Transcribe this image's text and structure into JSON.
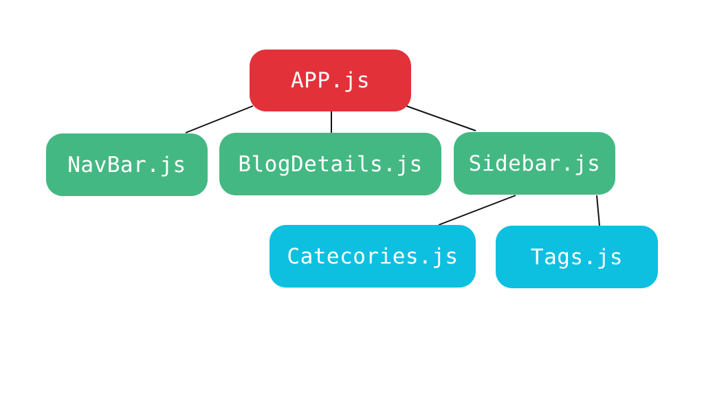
{
  "diagram": {
    "colors": {
      "root": "#e3313a",
      "child": "#44b883",
      "grandchild": "#0ec0e0",
      "text": "#ffffff",
      "connector": "#111111"
    },
    "nodes": {
      "app": {
        "label": "APP.js"
      },
      "navbar": {
        "label": "NavBar.js"
      },
      "blogdetails": {
        "label": "BlogDetails.js"
      },
      "sidebar": {
        "label": "Sidebar.js"
      },
      "categories": {
        "label": "Catecories.js"
      },
      "tags": {
        "label": "Tags.js"
      }
    },
    "edges": [
      {
        "from": "app",
        "to": "navbar"
      },
      {
        "from": "app",
        "to": "blogdetails"
      },
      {
        "from": "app",
        "to": "sidebar"
      },
      {
        "from": "sidebar",
        "to": "categories"
      },
      {
        "from": "sidebar",
        "to": "tags"
      }
    ]
  }
}
